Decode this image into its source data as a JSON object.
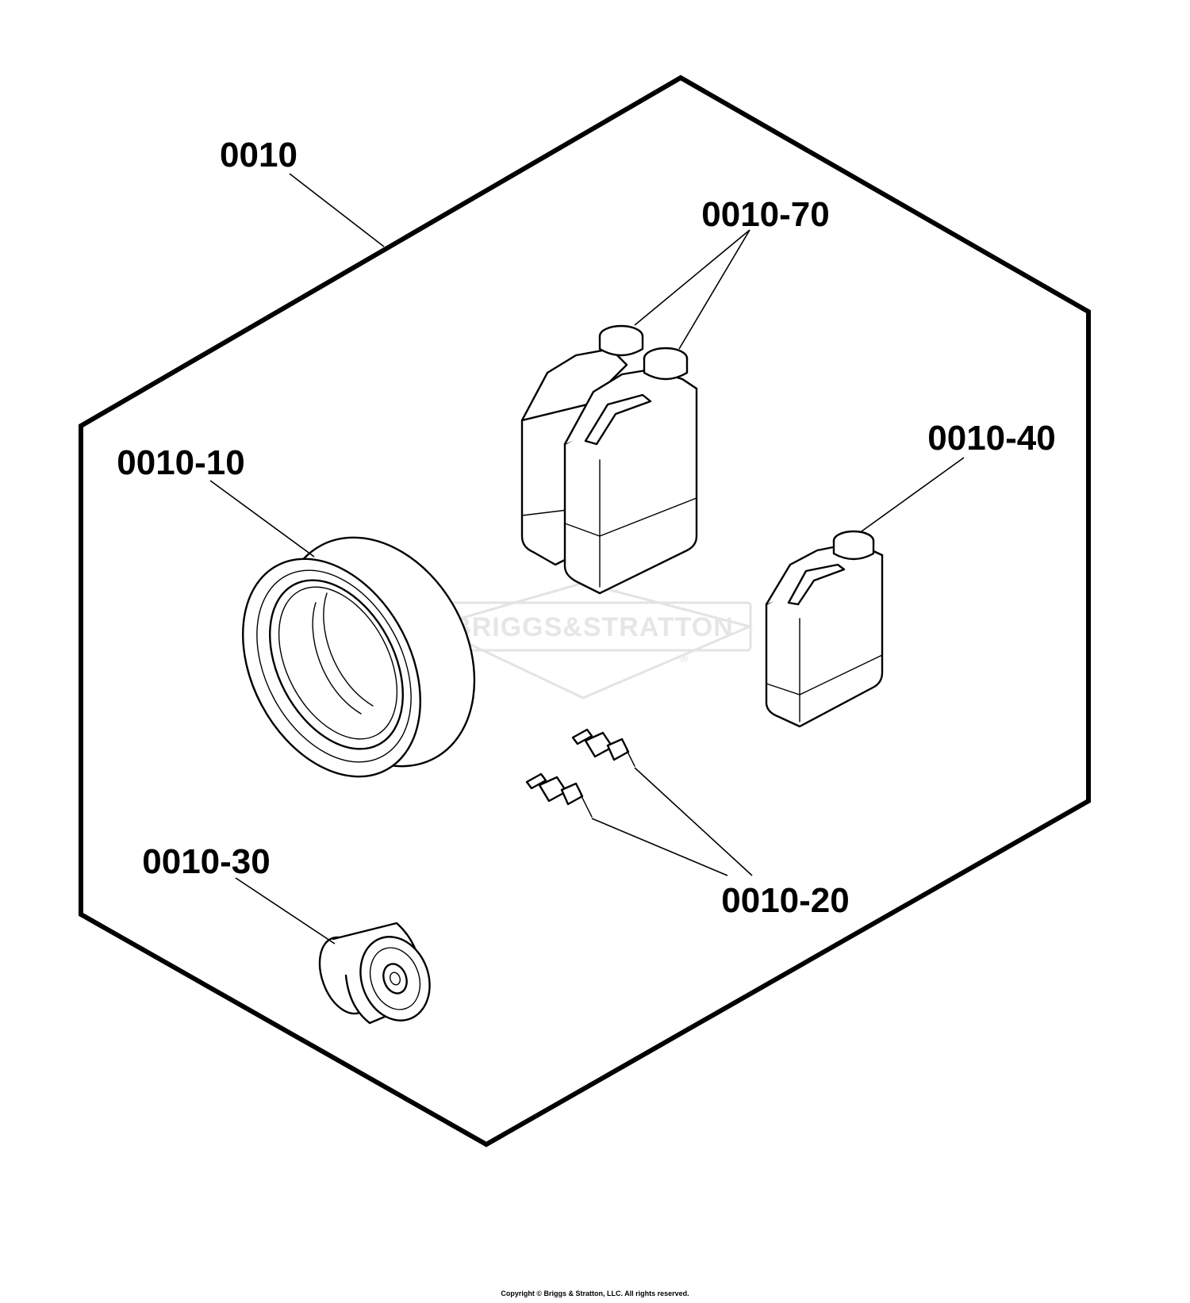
{
  "callouts": {
    "kit": "0010",
    "oil_pair": "0010-70",
    "air_filter": "0010-10",
    "oil_single": "0010-40",
    "oil_filter": "0010-30",
    "spark_plugs": "0010-20"
  },
  "watermark": {
    "brand": "BRIGGS&STRATTON",
    "registered": "®"
  },
  "footer": {
    "copyright": "Copyright © Briggs & Stratton, LLC. All rights reserved."
  },
  "colors": {
    "line": "#000000",
    "watermark": "#e3e3e3"
  }
}
